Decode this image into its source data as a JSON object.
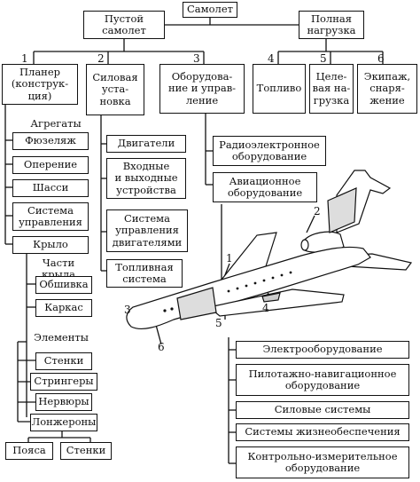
{
  "root": "Самолет",
  "level1": {
    "empty": "Пустой\nсамолет",
    "payload": "Полная\nнагрузка"
  },
  "numbers": [
    "1",
    "2",
    "3",
    "4",
    "5",
    "6"
  ],
  "level2": {
    "airframe": "Планер\n(конструк-\nция)",
    "powerplant": "Силовая\nуста-\nновка",
    "equipment": "Оборудова-\nние и управ-\nление",
    "fuel": "Топливо",
    "target_load": "Целе-\nвая на-\nгрузка",
    "crew_equipment": "Экипаж,\nснаря-\nжение"
  },
  "airframe": {
    "units_label": "Агрегаты",
    "units": [
      "Фюзеляж",
      "Оперение",
      "Шасси",
      "Система\nуправления"
    ],
    "wing": "Крыло",
    "wing_parts_label": "Части\nкрыла",
    "wing_parts": [
      "Обшивка",
      "Каркас"
    ],
    "elements_label": "Элементы",
    "elements": [
      "Стенки",
      "Стрингеры",
      "Нервюры",
      "Лонжероны"
    ],
    "spar_parts": [
      "Пояса",
      "Стенки"
    ]
  },
  "powerplant_items": [
    "Двигатели",
    "Входные\nи выходные\nустройства",
    "Система\nуправления\nдвигателями",
    "Топливная\nсистема"
  ],
  "equipment_items": [
    "Радиоэлектронное\nоборудование",
    "Авиационное\nоборудование"
  ],
  "avionics_items": [
    "Электрооборудование",
    "Пилотажно-навигационное\nоборудование",
    "Силовые системы",
    "Системы жизнеобеспечения",
    "Контрольно-измерительное\nоборудование"
  ],
  "plane_labels": [
    "1",
    "2",
    "3",
    "4",
    "5",
    "6"
  ]
}
